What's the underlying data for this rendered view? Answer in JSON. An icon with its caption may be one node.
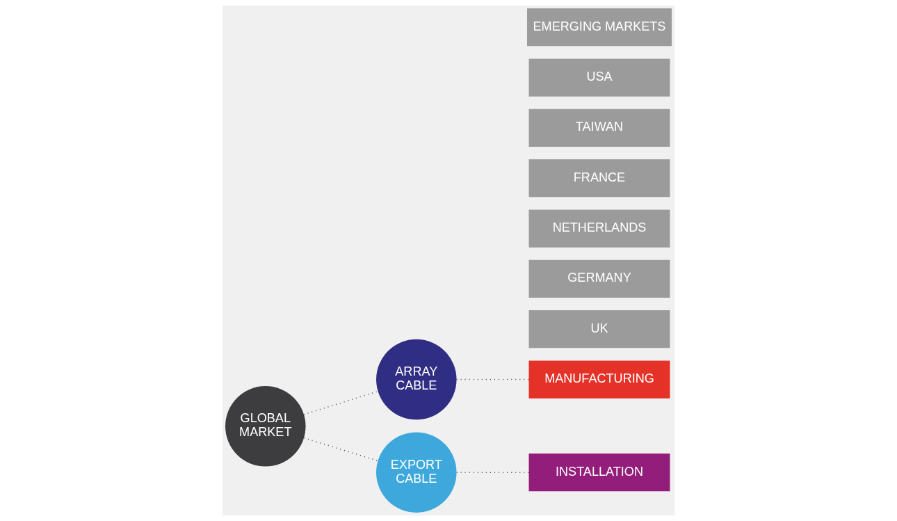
{
  "diagram": {
    "nodes": [
      {
        "text": [
          "GLOBAL MARKET"
        ]
      },
      {
        "text": [
          "ARRAY CABLE"
        ]
      },
      {
        "text": [
          "EXPORT CABLE"
        ]
      },
      {
        "text": [
          "MANUFACTURING"
        ]
      },
      {
        "text": [
          "INSTALLATION"
        ]
      },
      {
        "text": [
          "UK"
        ]
      },
      {
        "text": [
          "GERMANY"
        ]
      },
      {
        "text": [
          "NETHERLANDS"
        ]
      },
      {
        "text": [
          "FRANCE"
        ]
      },
      {
        "text": [
          "TAIWAN"
        ]
      },
      {
        "text": [
          "USA"
        ]
      },
      {
        "text": [
          "EMERGING MARKETS"
        ]
      }
    ],
    "edges": [
      {
        "from": 0,
        "to": 1,
        "arrow": "none"
      },
      {
        "from": 0,
        "to": 2,
        "arrow": "none"
      },
      {
        "from": 1,
        "to": 3,
        "arrow": "none"
      },
      {
        "from": 2,
        "to": 4,
        "arrow": "none"
      }
    ]
  }
}
